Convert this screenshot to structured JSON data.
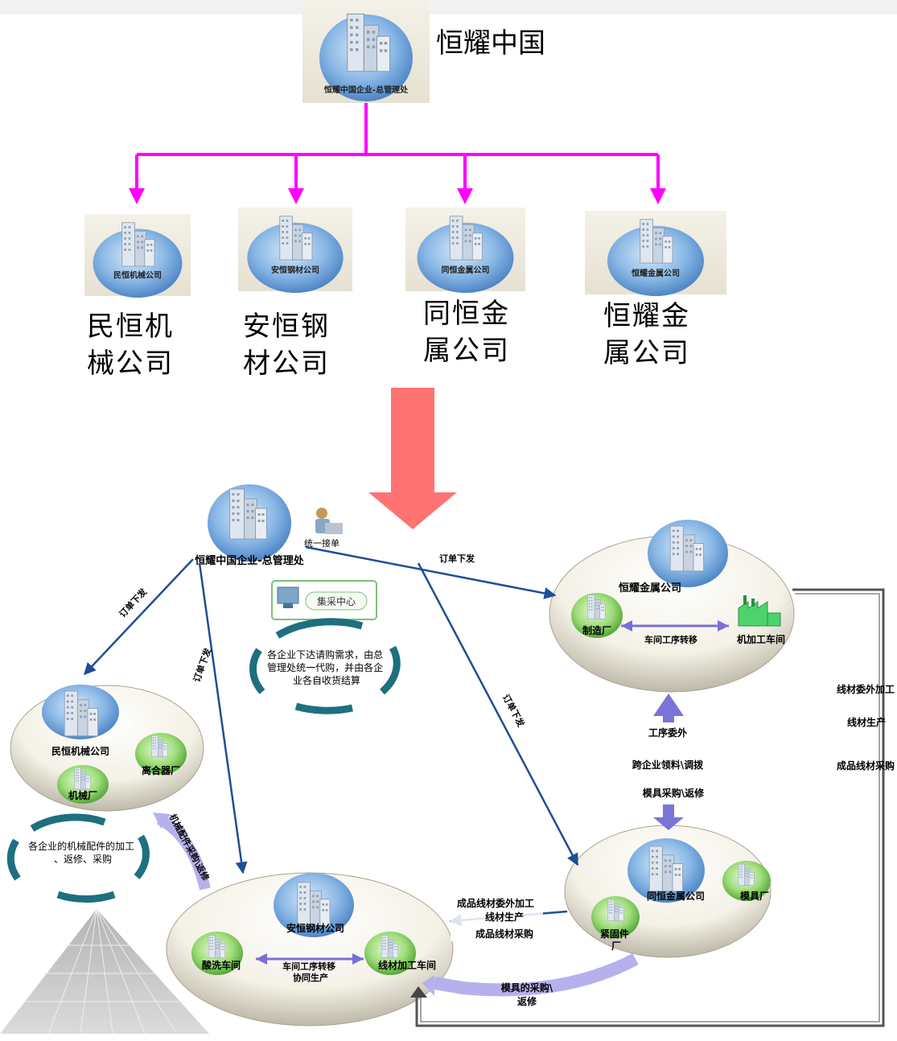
{
  "top": {
    "hq_title": "恒耀中国",
    "hq_card_label": "恒耀中国企业-总管理处",
    "companies": [
      {
        "card_label": "民恒机械公司",
        "name_l1": "民恒机",
        "name_l2": "械公司"
      },
      {
        "card_label": "安恒钢材公司",
        "name_l1": "安恒钢",
        "name_l2": "材公司"
      },
      {
        "card_label": "同恒金属公司",
        "name_l1": "同恒金",
        "name_l2": "属公司"
      },
      {
        "card_label": "恒耀金属公司",
        "name_l1": "恒耀金",
        "name_l2": "属公司"
      }
    ]
  },
  "bottom": {
    "hq_label": "恒耀中国企业-总管理处",
    "unified_order": "统一接单",
    "procurement_center": "集采中心",
    "procurement_desc": "各企业下达请购需求，由总管理处统一代购，并由各企业各自收货结算",
    "order_dispatch": "订单下发",
    "hengyao": {
      "name": "恒耀金属公司",
      "factory": "制造厂",
      "workshop": "机加工车间",
      "transfer": "车间工序转移"
    },
    "minheng": {
      "name": "民恒机械公司",
      "clutch": "离合器厂",
      "machinery": "机械厂",
      "desc": "各企业的机械配件的加工、返修、采购",
      "parts_purchase": "机械配件采购\\返修"
    },
    "anheng": {
      "name": "安恒钢材公司",
      "pickling": "酸洗车间",
      "wire": "线材加工车间",
      "transfer_l1": "车间工序转移",
      "transfer_l2": "协同生产"
    },
    "tongheng": {
      "name": "同恒金属公司",
      "mold": "模具厂",
      "fastener": "紧固件厂"
    },
    "middle_arrow": {
      "l1": "工序委外",
      "l2": "跨企业领料\\调拨",
      "l3": "模具采购\\返修"
    },
    "wire_flow": {
      "l1": "成品线材委外加工",
      "l2": "线材生产",
      "l3": "成品线材采购"
    },
    "right_side": {
      "l1": "线材委外加工",
      "l2": "线材生产",
      "l3": "成品线材采购"
    },
    "mold_purchase": {
      "l1": "模具的采购\\",
      "l2": "返修"
    }
  },
  "colors": {
    "magenta": "#ff00ff",
    "big_arrow": "#ff7373",
    "flow_arrow": "#1f4e96",
    "bubble": "#5b9bd5",
    "teal": "#1e6f7f",
    "lavender": "#a9a4e6",
    "green": "#66cc44"
  },
  "icons": [
    "building-icon",
    "person-icon",
    "factory-icon",
    "computer-icon"
  ]
}
